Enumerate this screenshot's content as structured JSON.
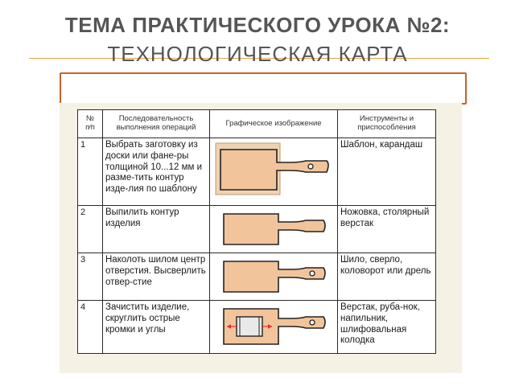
{
  "slide": {
    "title_line1": "ТЕМА  ПРАКТИЧЕСКОГО  УРОКА №2:",
    "title_line2": "ТЕХНОЛОГИЧЕСКАЯ   КАРТА"
  },
  "table": {
    "headers": {
      "num": "№ п⁄п",
      "op": "Последовательность выполнения операций",
      "pic": "Графическое изображение",
      "tool": "Инструменты и приспособления"
    },
    "rows": [
      {
        "num": "1",
        "op": "Выбрать заготовку из доски или фане-ры толщиной 10...12 мм и разме-тить контур изде-лия по шаблону",
        "tool": "Шаблон, карандаш"
      },
      {
        "num": "2",
        "op": "Выпилить контур изделия",
        "tool": "Ножовка, столярный верстак"
      },
      {
        "num": "3",
        "op": "Наколоть шилом центр отверстия. Высверлить отвер-стие",
        "tool": "Шило, сверло, коловорот или дрель"
      },
      {
        "num": "4",
        "op": "Зачистить изделие, скруглить острые кромки и углы",
        "tool": "Верстак, руба-нок, напильник, шлифовальная колодка"
      }
    ]
  },
  "colors": {
    "accent_rule": "#e6a23c",
    "box_border": "#c9622a",
    "wood_fill": "#f2c49b",
    "wood_board": "#eed3b3"
  }
}
